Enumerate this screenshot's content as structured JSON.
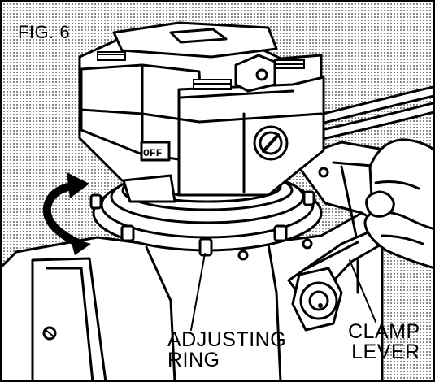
{
  "figure": {
    "fig_label": "FIG. 6",
    "labels": {
      "adjusting_ring_line1": "ADJUSTING",
      "adjusting_ring_line2": "RING",
      "clamp_lever_line1": "CLAMP",
      "clamp_lever_line2": "LEVER",
      "switch_marking": "OFF"
    },
    "icons": [
      "rotation-arrow-icon",
      "screw-icon",
      "nut-icon",
      "hand-icon"
    ]
  }
}
